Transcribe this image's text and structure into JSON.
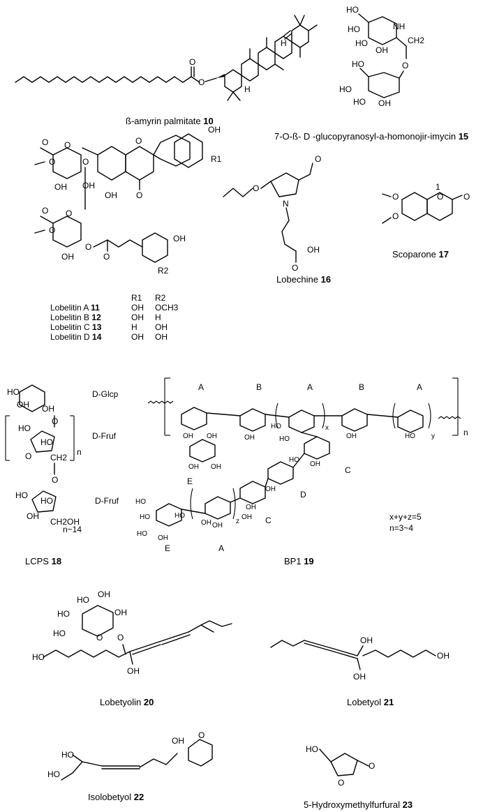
{
  "compounds": [
    {
      "id": "10",
      "name": "ß-amyrin palmitate"
    },
    {
      "id": "15",
      "name": "7-O-ß- D -glucopyranosyl-a-homonojir-imycin"
    },
    {
      "id": "16",
      "name": "Lobechine"
    },
    {
      "id": "17",
      "name": "Scoparone"
    },
    {
      "id": "18",
      "name": "LCPS"
    },
    {
      "id": "19",
      "name": "BP1"
    },
    {
      "id": "20",
      "name": "Lobetyolin"
    },
    {
      "id": "21",
      "name": "Lobetyol"
    },
    {
      "id": "22",
      "name": "Isolobetyol"
    },
    {
      "id": "23",
      "name": "5-Hydroxymethylfurfural"
    }
  ],
  "lobelitin_table": {
    "headers": [
      "",
      "R1",
      "R2"
    ],
    "rows": [
      {
        "name": "Lobelitin A",
        "num": "11",
        "r1": "OH",
        "r2": "OCH3"
      },
      {
        "name": "Lobelitin B",
        "num": "12",
        "r1": "OH",
        "r2": "H"
      },
      {
        "name": "Lobelitin C",
        "num": "13",
        "r1": "H",
        "r2": "OH"
      },
      {
        "name": "Lobelitin D",
        "num": "14",
        "r1": "OH",
        "r2": "OH"
      }
    ]
  },
  "lcps_units": [
    "D-Glcp",
    "D-Fruf",
    "D-Fruf"
  ],
  "lcps_repeat": "n",
  "lcps_n": "n~14",
  "bp1_units": [
    "A",
    "B",
    "A",
    "B",
    "A",
    "C",
    "E",
    "D",
    "C",
    "E",
    "A"
  ],
  "bp1_repeat": "n",
  "bp1_constraints": [
    "x+y+z=5",
    "n=3~4"
  ],
  "atom_labels": {
    "oh": "OH",
    "ho": "HO",
    "o": "O",
    "n": "N",
    "nh": "NH",
    "h": "H",
    "ch2": "CH2",
    "ch2oh": "CH2OH",
    "r1": "R1",
    "r2": "R2",
    "one": "1",
    "x": "x",
    "y": "y",
    "z": "z"
  }
}
